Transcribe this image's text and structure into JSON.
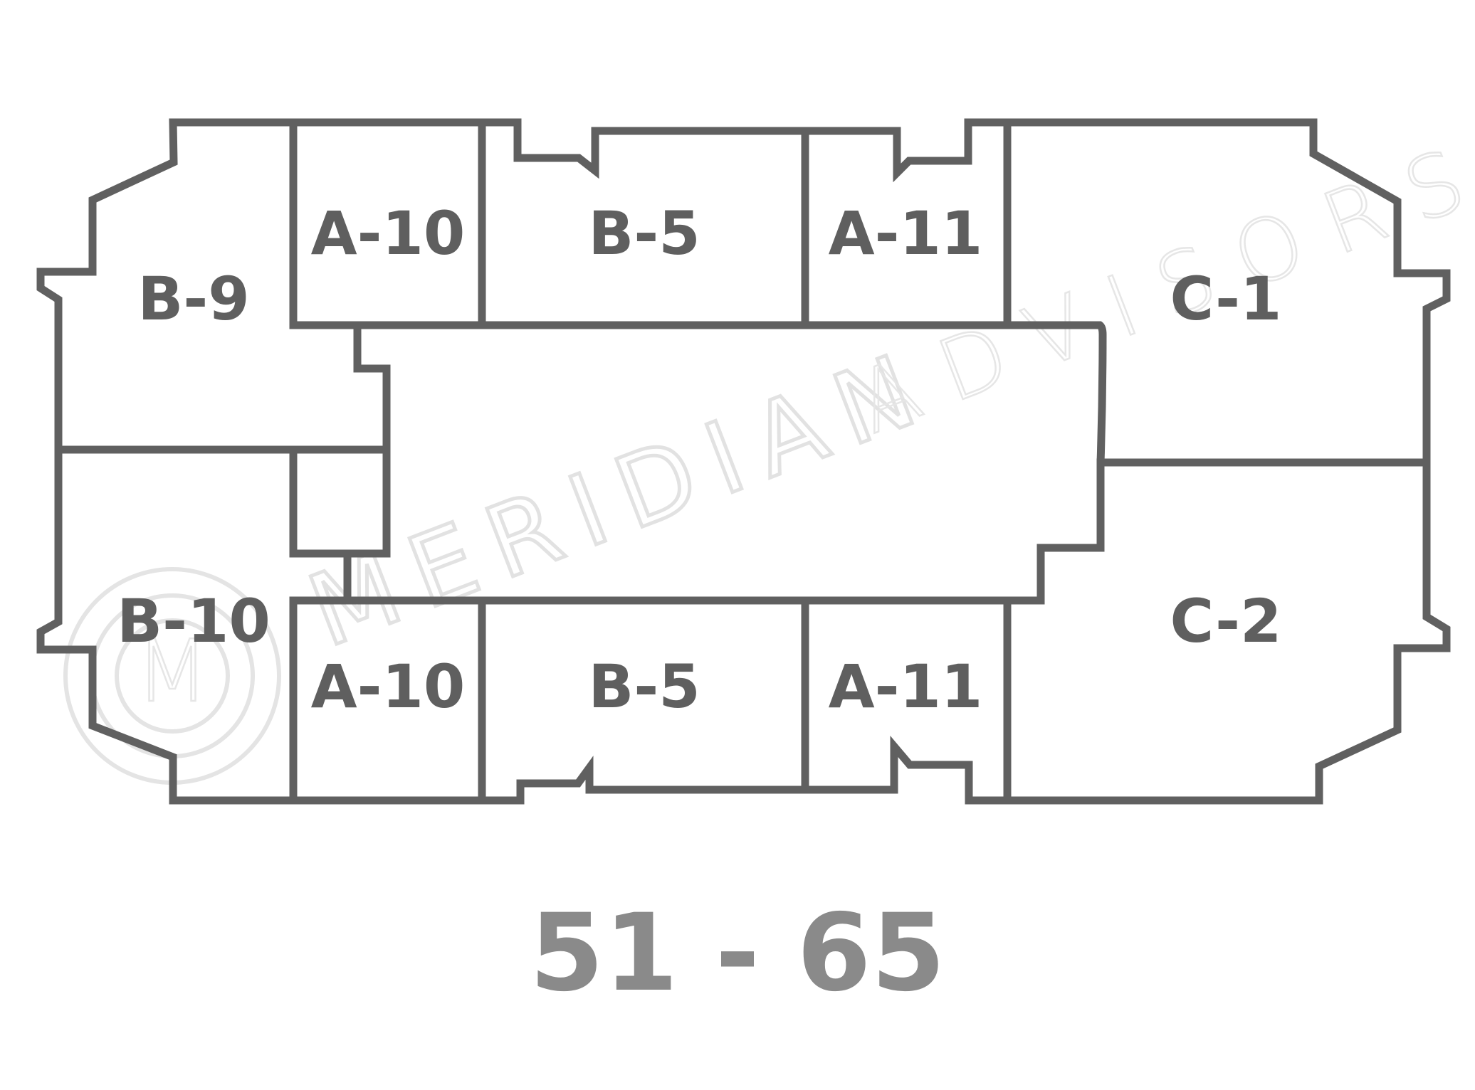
{
  "plan": {
    "units": {
      "b9": "B-9",
      "a10_top": "A-10",
      "b5_top": "B-5",
      "a11_top": "A-11",
      "c1": "C-1",
      "b10": "B-10",
      "a10_bottom": "A-10",
      "b5_bottom": "B-5",
      "a11_bottom": "A-11",
      "c2": "C-2"
    },
    "floors": "51 - 65",
    "watermark": {
      "brand": "MERIDIAN",
      "tagline": "ADVISORS",
      "logo_letter": "M"
    },
    "colors": {
      "wall": "#606060",
      "label": "#5f5f5f",
      "floors": "#8a8a8a",
      "watermark": "#e4e4e4"
    }
  }
}
